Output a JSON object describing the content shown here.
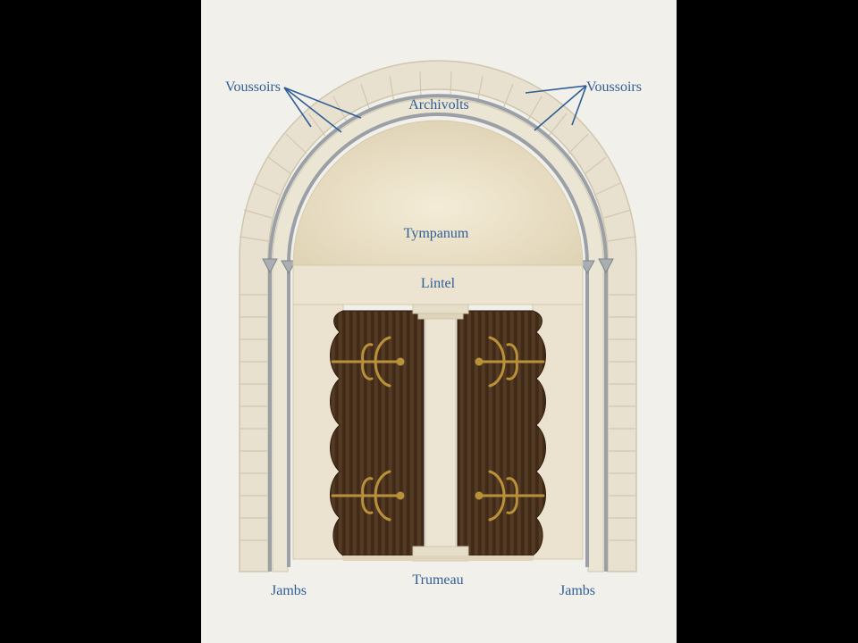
{
  "labels": {
    "voussoirs_left": "Voussoirs",
    "voussoirs_right": "Voussoirs",
    "archivolts": "Archivolts",
    "tympanum": "Tympanum",
    "lintel": "Lintel",
    "trumeau": "Trumeau",
    "jambs_left": "Jambs",
    "jambs_right": "Jambs"
  },
  "colors": {
    "page": "#f2f0ea",
    "frame": "#000000",
    "stone": "#e8e1cf",
    "stone_shadow": "#cfc6ae",
    "tympanum": "#eee5cf",
    "door_wood": "#4a3220",
    "hinge_gold": "#b8913a",
    "label_blue": "#2f5d96",
    "column_grey": "#9aa0a6"
  }
}
